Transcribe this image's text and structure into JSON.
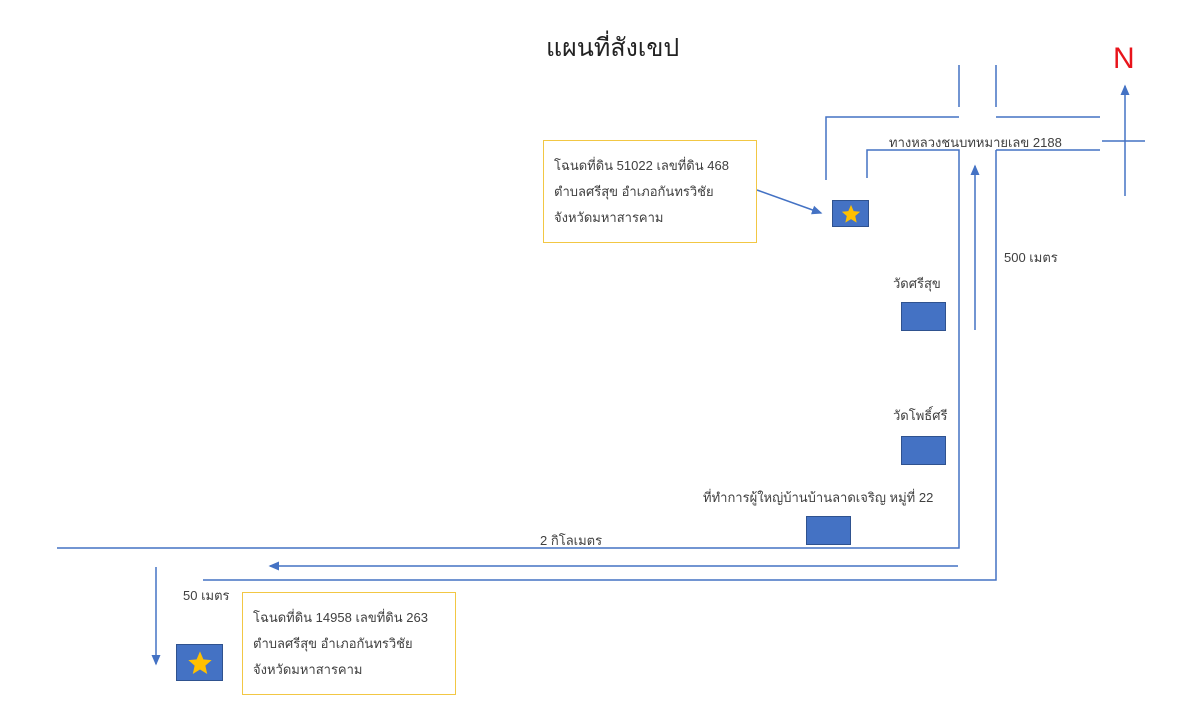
{
  "title": "แผนที่สังเขป",
  "north_label": "N",
  "road_label": "ทางหลวงชนบทหมายเลข 2188",
  "distances": {
    "north_segment": "500 เมตร",
    "west_segment": "2 กิโลเมตร",
    "south_segment": "50 เมตร"
  },
  "landmarks": [
    {
      "label": "วัดศรีสุข"
    },
    {
      "label": "วัดโพธิ์ศรี"
    },
    {
      "label": "ที่ทำการผู้ใหญ่บ้านบ้านลาดเจริญ หมู่ที่ 22"
    }
  ],
  "plots": [
    {
      "lines": [
        "โฉนดที่ดิน 51022 เลขที่ดิน 468",
        "ตำบลศรีสุข อำเภอกันทรวิชัย",
        "จังหวัดมหาสารคาม"
      ]
    },
    {
      "lines": [
        "โฉนดที่ดิน 14958 เลขที่ดิน 263",
        "ตำบลศรีสุข อำเภอกันทรวิชัย",
        "จังหวัดมหาสารคาม"
      ]
    }
  ],
  "colors": {
    "road": "#4472c4",
    "callout_border": "#f2c744",
    "north": "#e8141b",
    "star": "#ffc000"
  }
}
